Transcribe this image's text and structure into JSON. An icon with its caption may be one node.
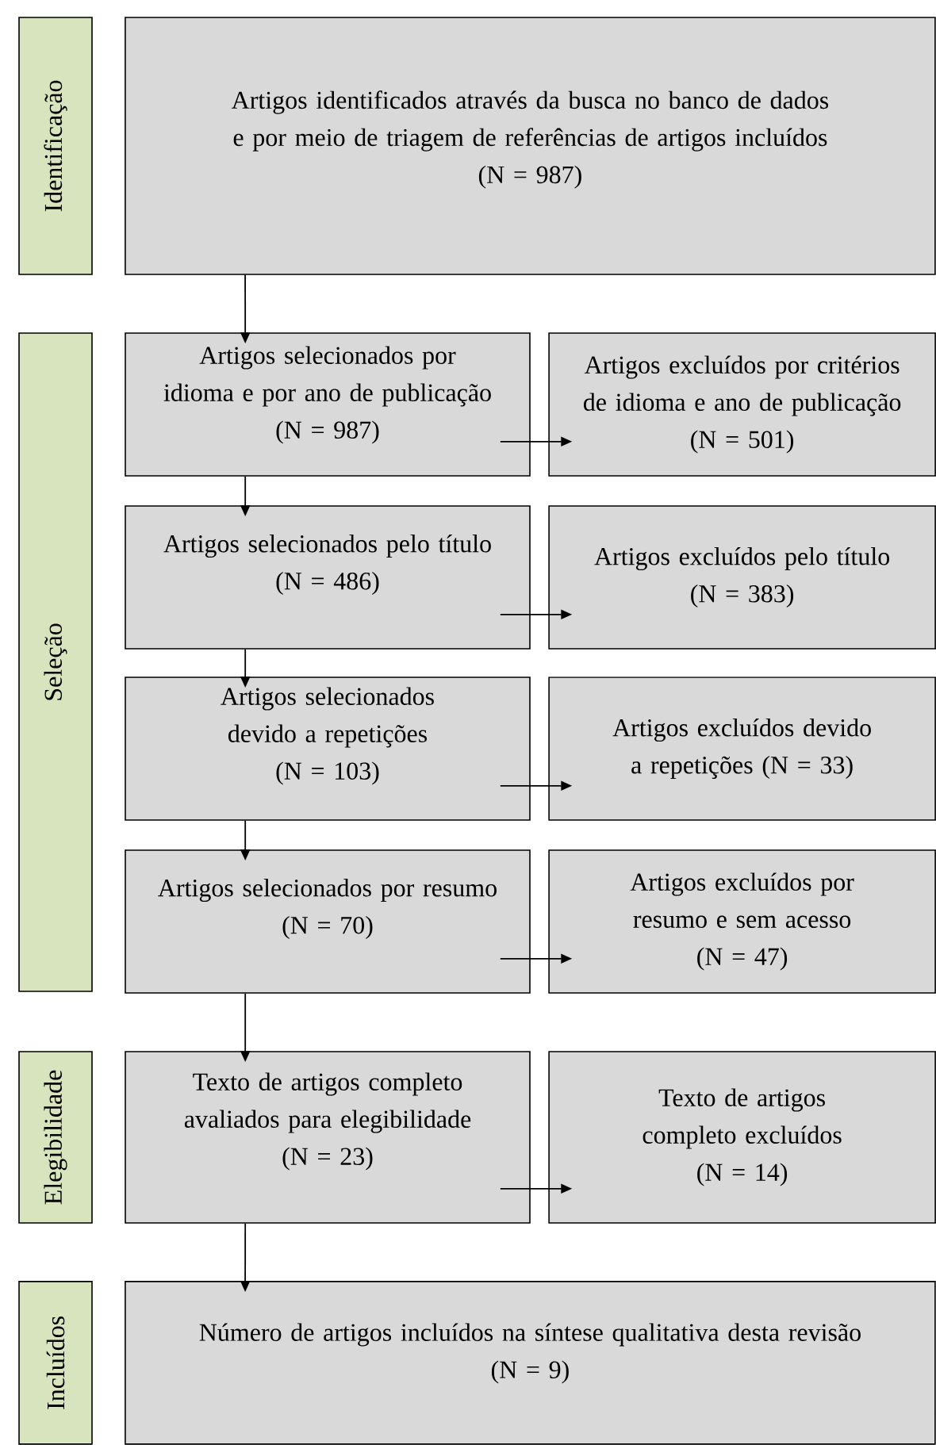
{
  "diagram": {
    "nodes": [
      {
        "text": [
          "Identificação"
        ]
      },
      {
        "text": [
          "Artigos identificados através da busca no banco de dados e por meio de triagem de referências de artigos incluídos",
          "(N = 987)"
        ]
      },
      {
        "text": [
          "Seleção"
        ]
      },
      {
        "text": [
          "Artigos selecionados por idioma e por ano de publicação",
          "(N = 987)"
        ]
      },
      {
        "text": [
          "Artigos excluídos por critérios de idioma e ano de publicação",
          "(N = 501)"
        ]
      },
      {
        "text": [
          "Artigos selecionados pelo título",
          "(N = 486)"
        ]
      },
      {
        "text": [
          "Artigos excluídos pelo título",
          "(N = 383)"
        ]
      },
      {
        "text": [
          "Artigos selecionados devido a repetições",
          "(N = 103)"
        ]
      },
      {
        "text": [
          "Artigos excluídos devido a repetições (N = 33)"
        ]
      },
      {
        "text": [
          "Artigos selecionados por resumo",
          "(N = 70)"
        ]
      },
      {
        "text": [
          "Artigos excluídos por resumo e sem acesso",
          "(N = 47)"
        ]
      },
      {
        "text": [
          "Elegibilidade"
        ]
      },
      {
        "text": [
          "Texto de artigos completo avaliados para elegibilidade",
          "(N = 23)"
        ]
      },
      {
        "text": [
          "Texto de artigos completo excluídos",
          "(N = 14)"
        ]
      },
      {
        "text": [
          "Incluídos"
        ]
      },
      {
        "text": [
          "Número de artigos incluídos na síntese qualitativa desta revisão",
          "(N = 9)"
        ]
      }
    ],
    "edges": [
      {
        "from": 1,
        "to": 3,
        "arrow": "to"
      },
      {
        "from": 3,
        "to": 4,
        "arrow": "to"
      },
      {
        "from": 3,
        "to": 5,
        "arrow": "to"
      },
      {
        "from": 5,
        "to": 6,
        "arrow": "to"
      },
      {
        "from": 5,
        "to": 7,
        "arrow": "to"
      },
      {
        "from": 7,
        "to": 8,
        "arrow": "to"
      },
      {
        "from": 7,
        "to": 9,
        "arrow": "to"
      },
      {
        "from": 9,
        "to": 10,
        "arrow": "to"
      },
      {
        "from": 9,
        "to": 12,
        "arrow": "to"
      },
      {
        "from": 12,
        "to": 13,
        "arrow": "to"
      },
      {
        "from": 12,
        "to": 15,
        "arrow": "to"
      }
    ]
  }
}
